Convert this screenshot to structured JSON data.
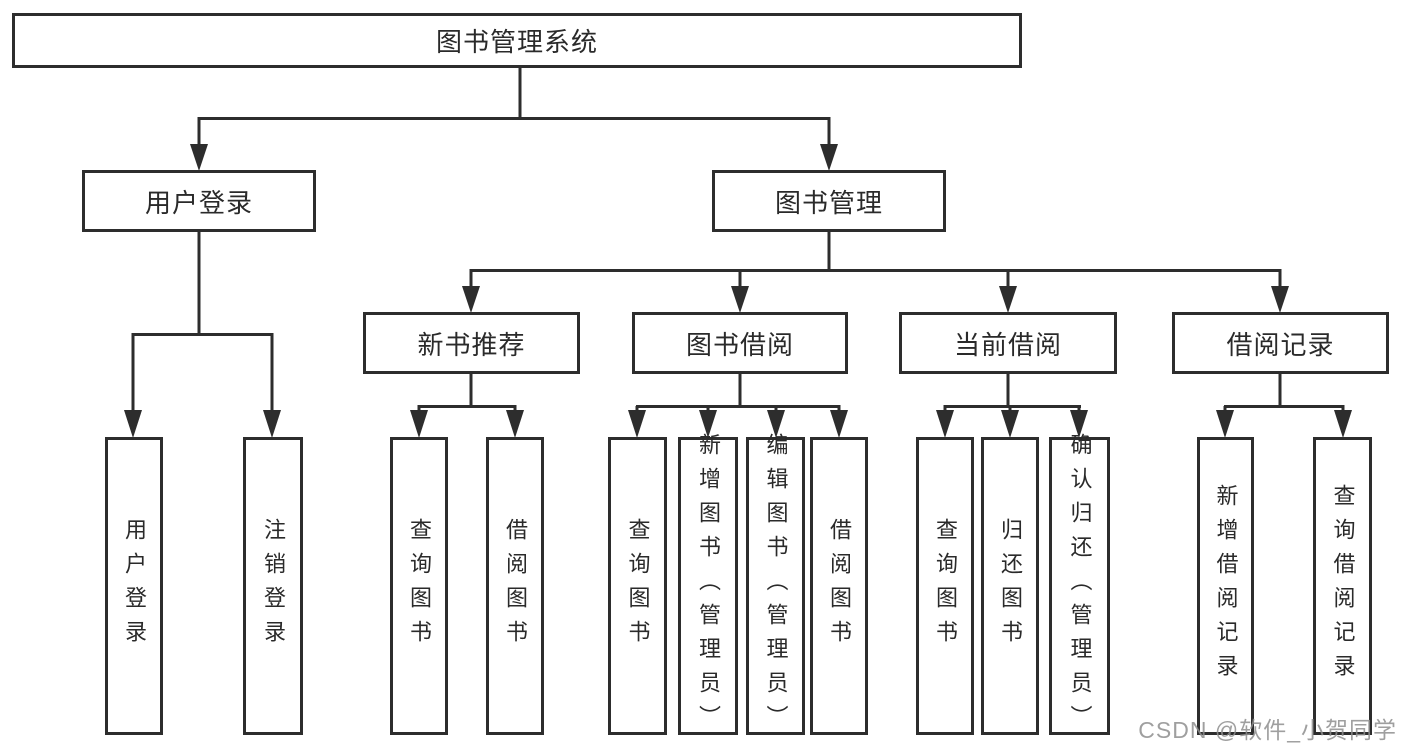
{
  "diagram_title": "图书管理系统",
  "nodes": {
    "root": "图书管理系统",
    "user_login": "用户登录",
    "book_mgmt": "图书管理",
    "new_book_rec": "新书推荐",
    "book_borrow": "图书借阅",
    "current_borrow": "当前借阅",
    "borrow_records": "借阅记录",
    "leaf_user_login": "用户登录",
    "leaf_logout": "注销登录",
    "rec_query": "查询图书",
    "rec_borrow": "借阅图书",
    "bb_query": "查询图书",
    "bb_add": "新增图书（管理员）",
    "bb_edit": "编辑图书（管理员）",
    "bb_borrow": "借阅图书",
    "cb_query": "查询图书",
    "cb_return": "归还图书",
    "cb_confirm": "确认归还（管理员）",
    "br_add": "新增借阅记录",
    "br_query": "查询借阅记录"
  },
  "hierarchy": {
    "root": "图书管理系统",
    "children": [
      {
        "label": "用户登录",
        "children": [
          "用户登录",
          "注销登录"
        ]
      },
      {
        "label": "图书管理",
        "children": [
          {
            "label": "新书推荐",
            "children": [
              "查询图书",
              "借阅图书"
            ]
          },
          {
            "label": "图书借阅",
            "children": [
              "查询图书",
              "新增图书（管理员）",
              "编辑图书（管理员）",
              "借阅图书"
            ]
          },
          {
            "label": "当前借阅",
            "children": [
              "查询图书",
              "归还图书",
              "确认归还（管理员）"
            ]
          },
          {
            "label": "借阅记录",
            "children": [
              "新增借阅记录",
              "查询借阅记录"
            ]
          }
        ]
      }
    ]
  },
  "watermark": "CSDN @软件_小贺同学",
  "colors": {
    "background": "#ffffff",
    "box_border": "#2d2d2d",
    "connector_line": "#2d2d2d",
    "text": "#2a2a2a",
    "watermark_text": "#8f8f8f"
  }
}
